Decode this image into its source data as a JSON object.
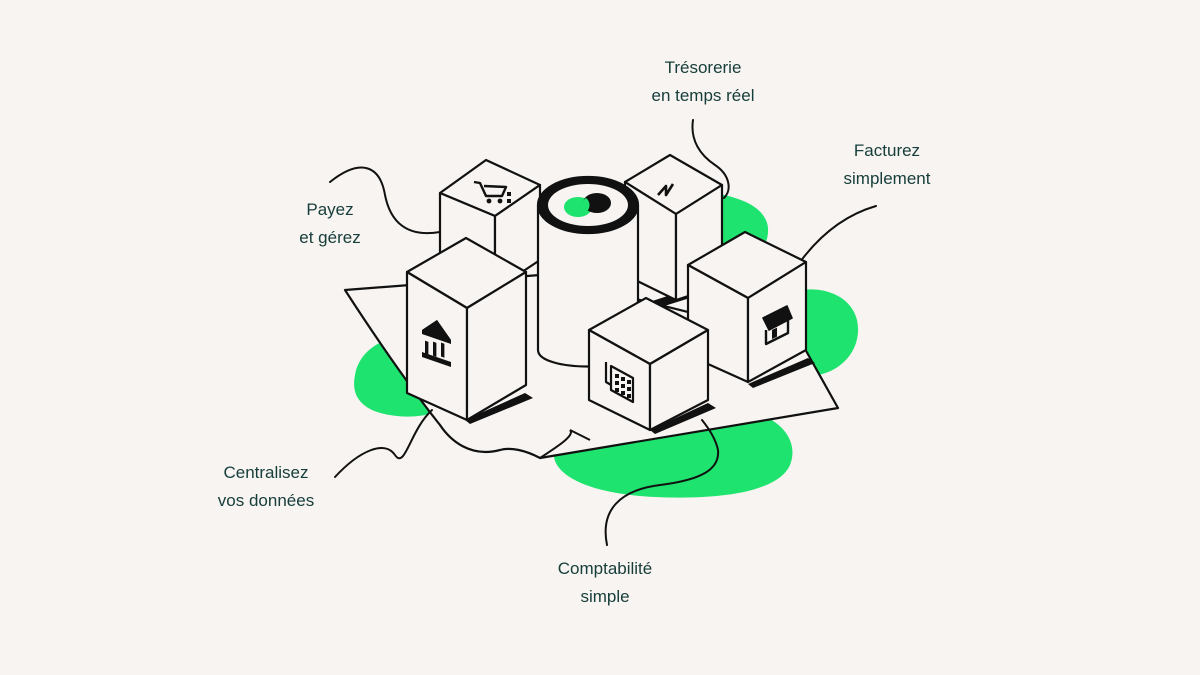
{
  "colors": {
    "background": "#f7f4f1",
    "accent_green": "#1ee36e",
    "ink": "#111111",
    "label_text": "#163d3a"
  },
  "labels": {
    "tresorerie": {
      "line1": "Trésorerie",
      "line2": "en temps réel"
    },
    "facturez": {
      "line1": "Facturez",
      "line2": "simplement"
    },
    "payez": {
      "line1": "Payez",
      "line2": "et gérez"
    },
    "centralisez": {
      "line1": "Centralisez",
      "line2": "vos données"
    },
    "comptabilite": {
      "line1": "Comptabilité",
      "line2": "simple"
    }
  },
  "icons": {
    "top_left_box": "shopping-cart-icon",
    "top_right_box": "trend-line-icon",
    "center_cylinder": "logo-icon",
    "left_box": "bank-icon",
    "front_box": "calculator-icon",
    "right_box": "store-icon"
  }
}
